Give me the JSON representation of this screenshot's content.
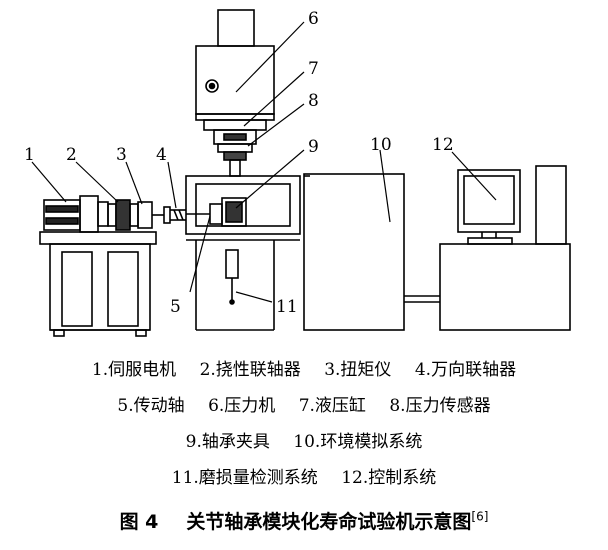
{
  "callouts": [
    "1",
    "2",
    "3",
    "4",
    "5",
    "6",
    "7",
    "8",
    "9",
    "10",
    "11",
    "12"
  ],
  "legend": [
    [
      "1.伺服电机",
      "2.挠性联轴器",
      "3.扭矩仪",
      "4.万向联轴器"
    ],
    [
      "5.传动轴",
      "6.压力机",
      "7.液压缸",
      "8.压力传感器"
    ],
    [
      "9.轴承夹具",
      "10.环境模拟系统"
    ],
    [
      "11.磨损量检测系统",
      "12.控制系统"
    ]
  ],
  "caption": {
    "figure_no": "图 4",
    "title": "关节轴承模块化寿命试验机示意图",
    "ref": "[6]"
  }
}
